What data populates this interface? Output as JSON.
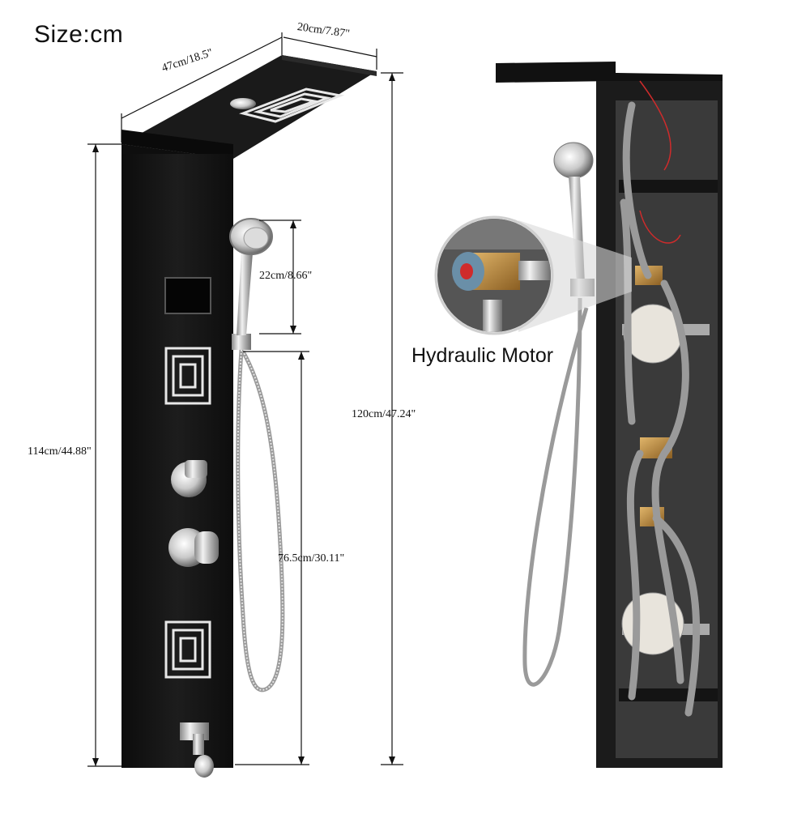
{
  "title": "Size:cm",
  "callout": "Hydraulic Motor",
  "dimensions": {
    "width": "47cm/18.5\"",
    "depth": "20cm/7.87\"",
    "panel_height": "114cm/44.88\"",
    "handshower_length": "22cm/8.66\"",
    "total_height": "120cm/47.24\"",
    "hose_height": "76.5cm/30.11\""
  },
  "colors": {
    "panel": "#151515",
    "chrome": "#c8c8c8",
    "brass": "#b8863b",
    "pipe": "#8f8f8f"
  }
}
